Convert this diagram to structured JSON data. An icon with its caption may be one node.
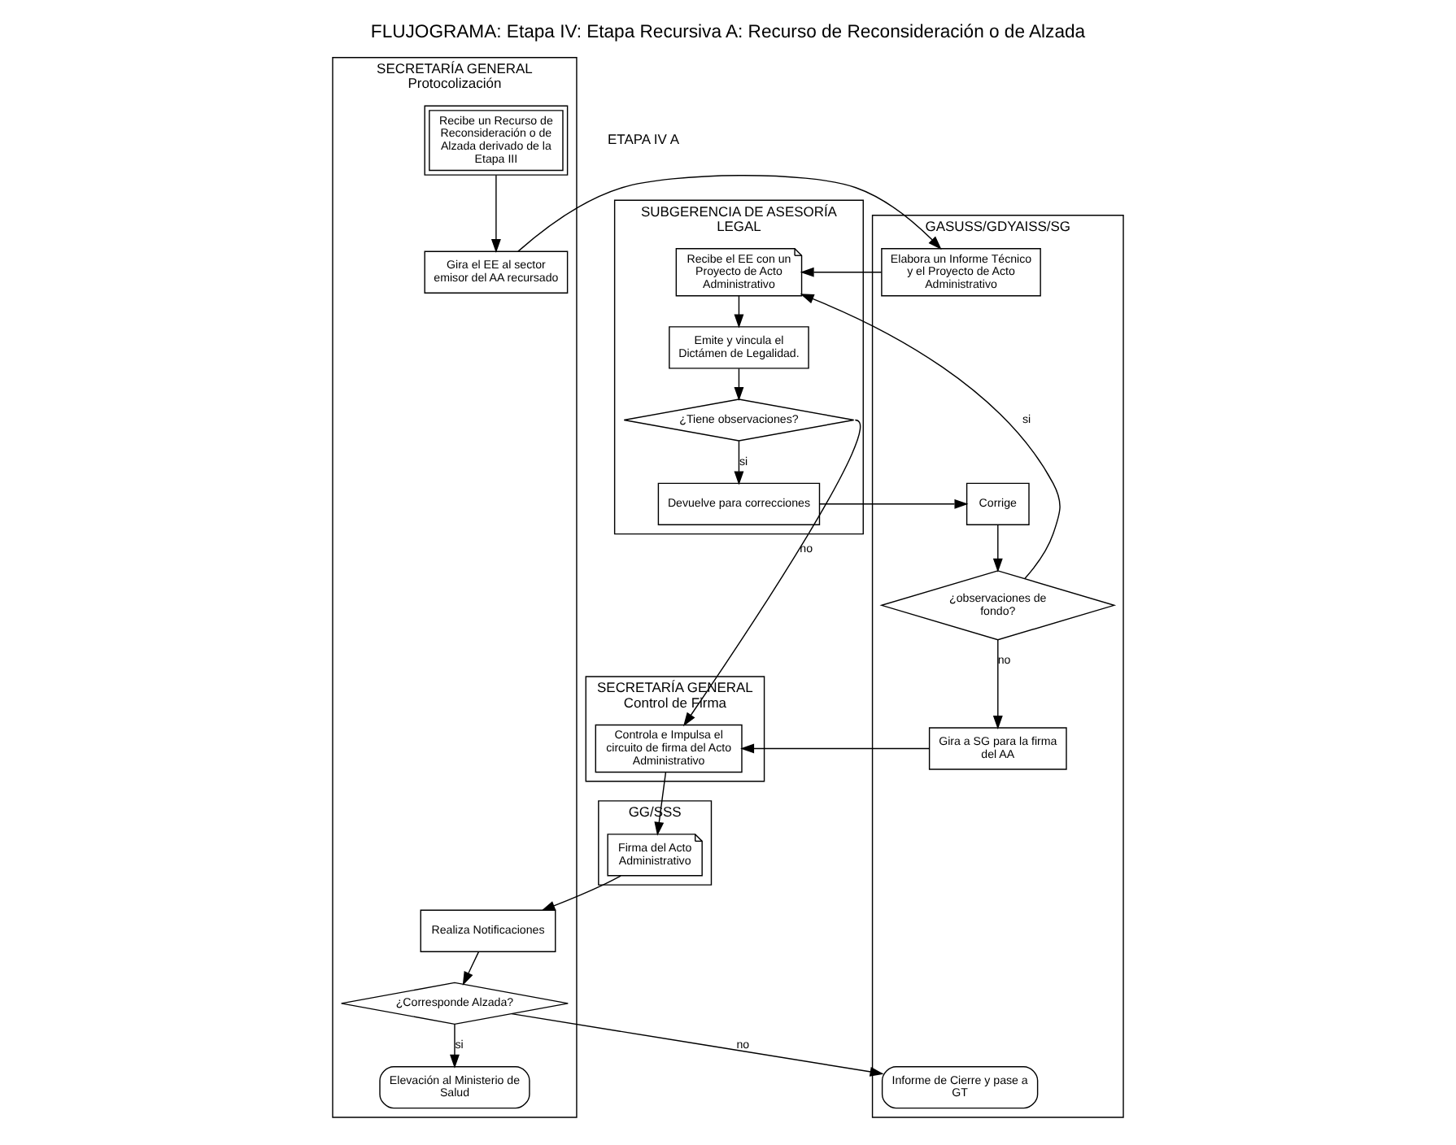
{
  "diagram": {
    "title": "FLUJOGRAMA: Etapa IV: Etapa Recursiva A: Recurso de Reconsideración o de Alzada",
    "nodes": [
      {
        "text": [
          "SECRETARÍA GENERAL Protocolización"
        ]
      },
      {
        "text": [
          "GASUSS/GDYAISS/SG"
        ]
      },
      {
        "text": [
          "SUBGERENCIA DE ASESORÍA LEGAL"
        ]
      },
      {
        "text": [
          "SECRETARÍA GENERAL Control de Firma"
        ]
      },
      {
        "text": [
          "GG/SSS"
        ]
      },
      {
        "text": [
          "Recibe un Recurso de Reconsideración o de Alzada derivado de la Etapa III"
        ],
        "in": 0
      },
      {
        "text": [
          "Gira el EE al sector emisor del AA recursado"
        ],
        "in": 0
      },
      {
        "text": [
          "Elabora un Informe Técnico y el Proyecto de Acto Administrativo"
        ],
        "in": 1
      },
      {
        "text": [
          "Recibe el EE con un Proyecto de Acto Administrativo"
        ],
        "in": 2
      },
      {
        "text": [
          "Emite y vincula el Dictámen de Legalidad."
        ],
        "in": 2
      },
      {
        "text": [
          "¿Tiene observaciones?"
        ],
        "in": 2
      },
      {
        "text": [
          "Devuelve para correcciones"
        ],
        "in": 2
      },
      {
        "text": [
          "Corrige"
        ],
        "in": 1
      },
      {
        "text": [
          "¿observaciones de fondo?"
        ],
        "in": 1
      },
      {
        "text": [
          "Gira a SG para la firma del AA"
        ],
        "in": 1
      },
      {
        "text": [
          "Controla e Impulsa el circuito de firma del Acto Administrativo"
        ],
        "in": 3
      },
      {
        "text": [
          "Firma del Acto Administrativo"
        ],
        "in": 4
      },
      {
        "text": [
          "Realiza Notificaciones"
        ],
        "in": 0
      },
      {
        "text": [
          "¿Corresponde Alzada?"
        ],
        "in": 0
      },
      {
        "text": [
          "Informe de Cierre y pase a GT"
        ],
        "in": 1
      },
      {
        "text": [
          "Elevación al Ministerio de Salud"
        ],
        "in": 0
      }
    ],
    "edges": [
      {
        "from": 5,
        "to": 6,
        "arrow": "to"
      },
      {
        "from": 6,
        "to": 7,
        "arrow": "to"
      },
      {
        "from": 7,
        "to": 8,
        "arrow": "to"
      },
      {
        "from": 8,
        "to": 9,
        "arrow": "to"
      },
      {
        "from": 9,
        "to": 10,
        "arrow": "to"
      },
      {
        "from": 10,
        "to": 15,
        "arrow": "to",
        "label": "no"
      },
      {
        "from": 10,
        "to": 11,
        "arrow": "to",
        "label": "si"
      },
      {
        "from": 11,
        "to": 12,
        "arrow": "to"
      },
      {
        "from": 12,
        "to": 13,
        "arrow": "to"
      },
      {
        "from": 13,
        "to": 8,
        "arrow": "to",
        "label": "si"
      },
      {
        "from": 13,
        "to": 14,
        "arrow": "to",
        "label": "no"
      },
      {
        "from": 14,
        "to": 15,
        "arrow": "to"
      },
      {
        "from": 15,
        "to": 16,
        "arrow": "to"
      },
      {
        "from": 16,
        "to": 17,
        "arrow": "to"
      },
      {
        "from": 17,
        "to": 18,
        "arrow": "to"
      },
      {
        "from": 18,
        "to": 19,
        "arrow": "to",
        "label": "no"
      },
      {
        "from": 18,
        "to": 20,
        "arrow": "to",
        "label": "si"
      }
    ],
    "labels": [
      "ETAPA IV A"
    ]
  }
}
